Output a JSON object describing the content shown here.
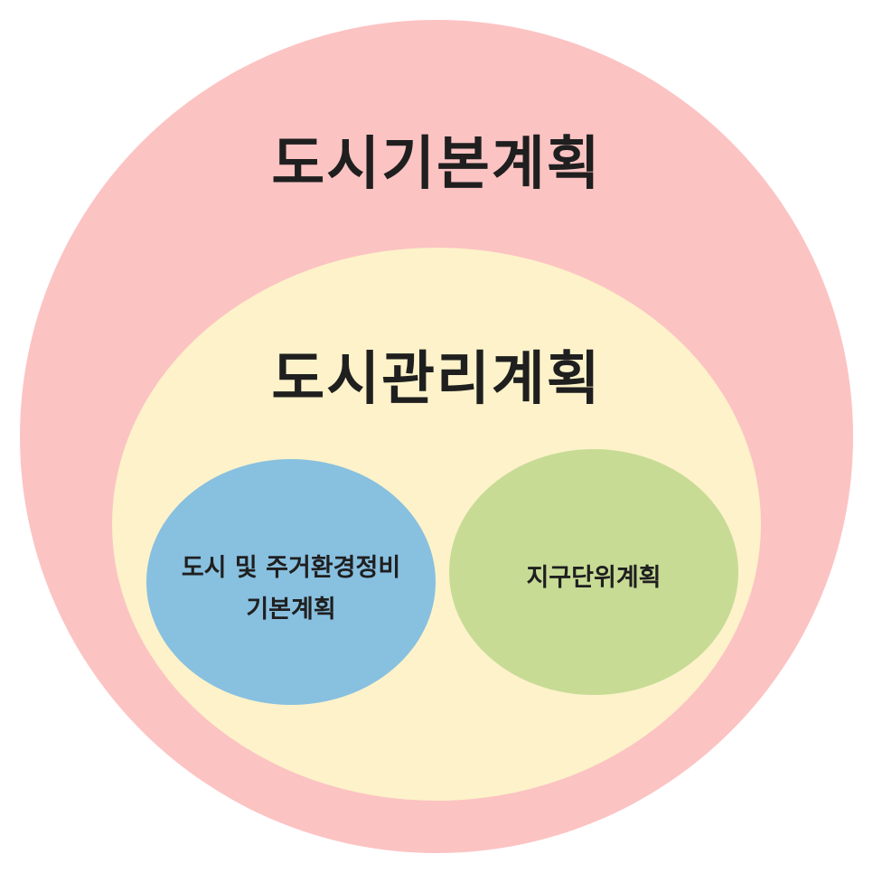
{
  "diagram": {
    "outer": {
      "label": "도시기본계획",
      "color": "#fcc3c3"
    },
    "middle": {
      "label": "도시관리계획",
      "color": "#fdf2c9"
    },
    "inner_left": {
      "label_line1": "도시 및 주거환경정비",
      "label_line2": "기본계획",
      "color": "#88c0e0"
    },
    "inner_right": {
      "label": "지구단위계획",
      "color": "#c7db95"
    }
  }
}
